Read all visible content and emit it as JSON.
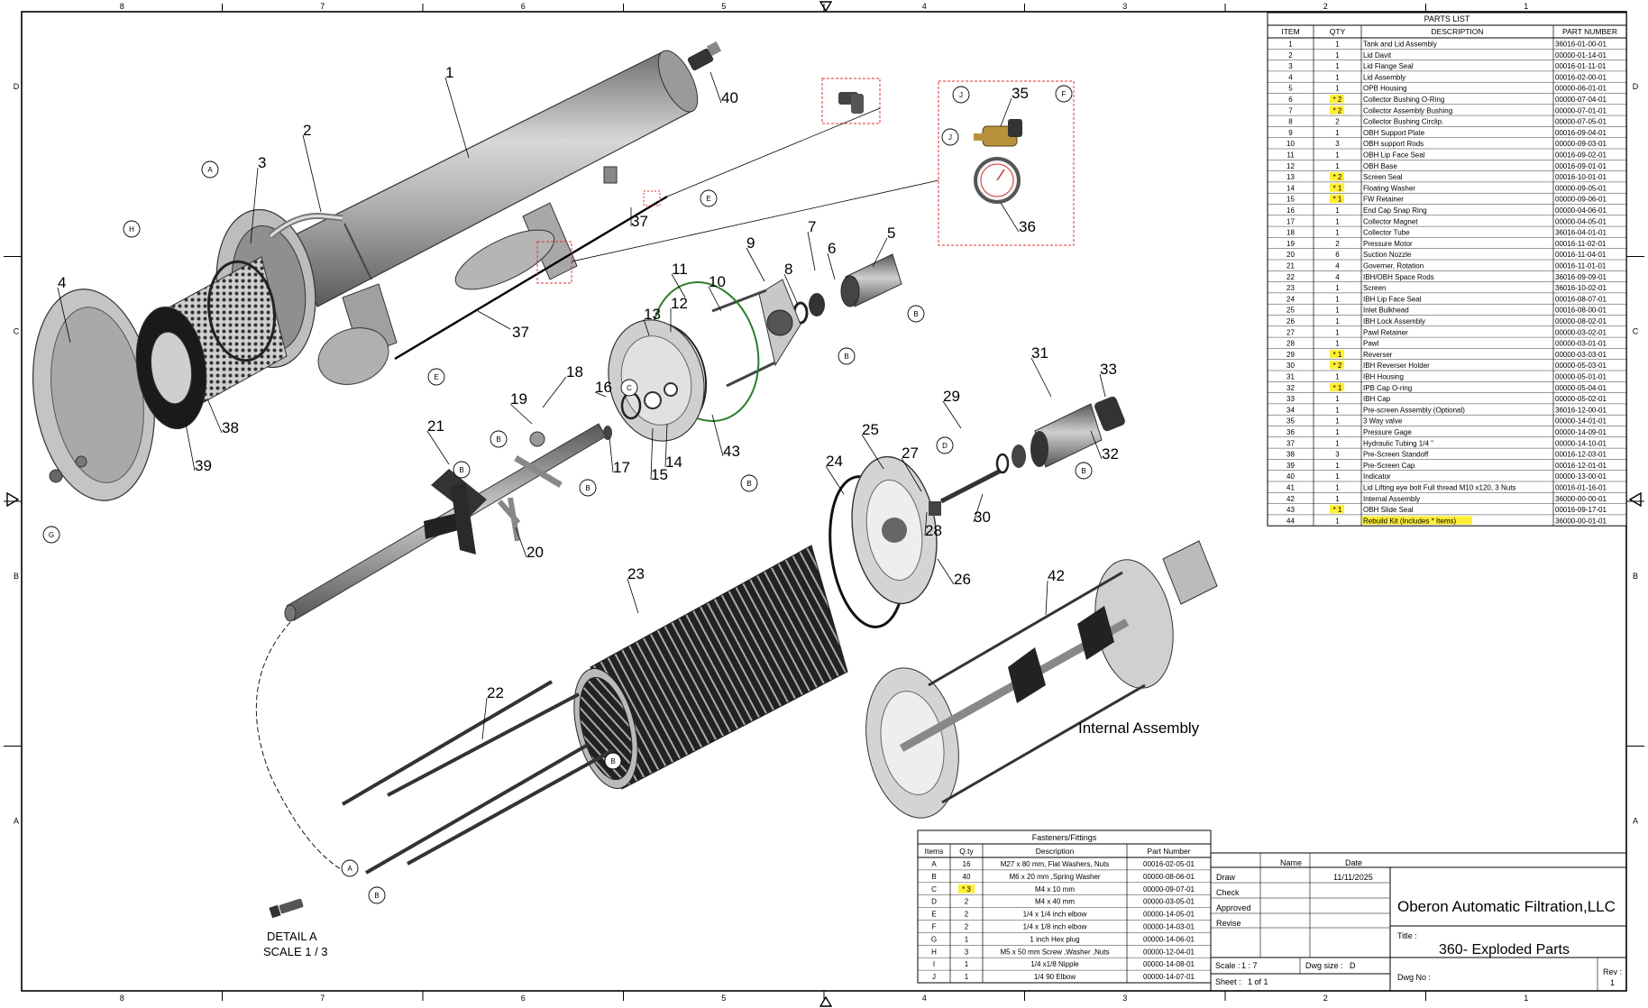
{
  "border": {
    "columns": [
      "8",
      "7",
      "6",
      "5",
      "4",
      "3",
      "2",
      "1"
    ],
    "rows": [
      "D",
      "C",
      "B",
      "A"
    ]
  },
  "parts_list": {
    "title": "PARTS LIST",
    "headers": [
      "ITEM",
      "QTY",
      "DESCRIPTION",
      "PART NUMBER"
    ],
    "rows": [
      {
        "item": "1",
        "qty": "1",
        "desc": "Tank and Lid Assembly",
        "pn": "36016-01-00-01",
        "hl_qty": false,
        "hl_desc": false
      },
      {
        "item": "2",
        "qty": "1",
        "desc": "Lid Davit",
        "pn": "00000-01-14-01",
        "hl_qty": false,
        "hl_desc": false
      },
      {
        "item": "3",
        "qty": "1",
        "desc": "Lid Flange Seal",
        "pn": "00016-01-11-01",
        "hl_qty": false,
        "hl_desc": false
      },
      {
        "item": "4",
        "qty": "1",
        "desc": "Lid Assembly",
        "pn": "00016-02-00-01",
        "hl_qty": false,
        "hl_desc": false
      },
      {
        "item": "5",
        "qty": "1",
        "desc": "OPB Housing",
        "pn": "00000-06-01-01",
        "hl_qty": false,
        "hl_desc": false
      },
      {
        "item": "6",
        "qty": "* 2",
        "desc": "Collector Bushing O-Ring",
        "pn": "00000-07-04-01",
        "hl_qty": true,
        "hl_desc": false
      },
      {
        "item": "7",
        "qty": "* 2",
        "desc": "Collector Assembly Bushing",
        "pn": "00000-07-01-01",
        "hl_qty": true,
        "hl_desc": false
      },
      {
        "item": "8",
        "qty": "2",
        "desc": "Collector Bushing Circlip.",
        "pn": "00000-07-05-01",
        "hl_qty": false,
        "hl_desc": false
      },
      {
        "item": "9",
        "qty": "1",
        "desc": "OBH Support Plate",
        "pn": "00016-09-04-01",
        "hl_qty": false,
        "hl_desc": false
      },
      {
        "item": "10",
        "qty": "3",
        "desc": "OBH support Rods",
        "pn": "00000-09-03-01",
        "hl_qty": false,
        "hl_desc": false
      },
      {
        "item": "11",
        "qty": "1",
        "desc": "OBH Lip Face Seal",
        "pn": "00016-09-02-01",
        "hl_qty": false,
        "hl_desc": false
      },
      {
        "item": "12",
        "qty": "1",
        "desc": "OBH Base",
        "pn": "00016-09-01-01",
        "hl_qty": false,
        "hl_desc": false
      },
      {
        "item": "13",
        "qty": "* 2",
        "desc": "Screen Seal",
        "pn": "00016-10-01-01",
        "hl_qty": true,
        "hl_desc": false
      },
      {
        "item": "14",
        "qty": "* 1",
        "desc": "Floating Washer",
        "pn": "00000-09-05-01",
        "hl_qty": true,
        "hl_desc": false
      },
      {
        "item": "15",
        "qty": "* 1",
        "desc": "FW Retainer",
        "pn": "00000-09-06-01",
        "hl_qty": true,
        "hl_desc": false
      },
      {
        "item": "16",
        "qty": "1",
        "desc": "End Cap Snap Ring",
        "pn": "00000-04-06-01",
        "hl_qty": false,
        "hl_desc": false
      },
      {
        "item": "17",
        "qty": "1",
        "desc": "Collector Magnet",
        "pn": "00000-04-05-01",
        "hl_qty": false,
        "hl_desc": false
      },
      {
        "item": "18",
        "qty": "1",
        "desc": "Collector Tube",
        "pn": "36016-04-01-01",
        "hl_qty": false,
        "hl_desc": false
      },
      {
        "item": "19",
        "qty": "2",
        "desc": "Pressure Motor",
        "pn": "00016-11-02-01",
        "hl_qty": false,
        "hl_desc": false
      },
      {
        "item": "20",
        "qty": "6",
        "desc": "Suction Nozzle",
        "pn": "00016-11-04-01",
        "hl_qty": false,
        "hl_desc": false
      },
      {
        "item": "21",
        "qty": "4",
        "desc": "Governer, Rotation",
        "pn": "00016-11-01-01",
        "hl_qty": false,
        "hl_desc": false
      },
      {
        "item": "22",
        "qty": "4",
        "desc": "IBH/OBH Space Rods",
        "pn": "36016-09-09-01",
        "hl_qty": false,
        "hl_desc": false
      },
      {
        "item": "23",
        "qty": "1",
        "desc": "Screen",
        "pn": "36016-10-02-01",
        "hl_qty": false,
        "hl_desc": false
      },
      {
        "item": "24",
        "qty": "1",
        "desc": "IBH Lip Face Seal",
        "pn": "00016-08-07-01",
        "hl_qty": false,
        "hl_desc": false
      },
      {
        "item": "25",
        "qty": "1",
        "desc": "Inlet Bulkhead",
        "pn": "00016-08-00-01",
        "hl_qty": false,
        "hl_desc": false
      },
      {
        "item": "26",
        "qty": "1",
        "desc": "IBH Lock Assembly",
        "pn": "00000-08-02-01",
        "hl_qty": false,
        "hl_desc": false
      },
      {
        "item": "27",
        "qty": "1",
        "desc": "Pawl Retainer",
        "pn": "00000-03-02-01",
        "hl_qty": false,
        "hl_desc": false
      },
      {
        "item": "28",
        "qty": "1",
        "desc": "Pawl",
        "pn": "00000-03-01-01",
        "hl_qty": false,
        "hl_desc": false
      },
      {
        "item": "29",
        "qty": "* 1",
        "desc": "Reverser",
        "pn": "00000-03-03-01",
        "hl_qty": true,
        "hl_desc": false
      },
      {
        "item": "30",
        "qty": "* 2",
        "desc": "IBH Reverser Holder",
        "pn": "00000-05-03-01",
        "hl_qty": true,
        "hl_desc": false
      },
      {
        "item": "31",
        "qty": "1",
        "desc": "IBH Housing",
        "pn": "00000-05-01-01",
        "hl_qty": false,
        "hl_desc": false
      },
      {
        "item": "32",
        "qty": "* 1",
        "desc": "IPB Cap O-ring",
        "pn": "00000-05-04-01",
        "hl_qty": true,
        "hl_desc": false
      },
      {
        "item": "33",
        "qty": "1",
        "desc": "IBH Cap",
        "pn": "00000-05-02-01",
        "hl_qty": false,
        "hl_desc": false
      },
      {
        "item": "34",
        "qty": "1",
        "desc": "Pre-screen Assembly (Optional)",
        "pn": "36016-12-00-01",
        "hl_qty": false,
        "hl_desc": false
      },
      {
        "item": "35",
        "qty": "1",
        "desc": "3 Way valve",
        "pn": "00000-14-01-01",
        "hl_qty": false,
        "hl_desc": false
      },
      {
        "item": "36",
        "qty": "1",
        "desc": "Pressure Gage",
        "pn": "00000-14-09-01",
        "hl_qty": false,
        "hl_desc": false
      },
      {
        "item": "37",
        "qty": "1",
        "desc": "Hydraulic Tubing 1/4 \"",
        "pn": "00000-14-10-01",
        "hl_qty": false,
        "hl_desc": false
      },
      {
        "item": "38",
        "qty": "3",
        "desc": "Pre-Screen Standoff",
        "pn": "00016-12-03-01",
        "hl_qty": false,
        "hl_desc": false
      },
      {
        "item": "39",
        "qty": "1",
        "desc": "Pre-Screen Cap",
        "pn": "00016-12-01-01",
        "hl_qty": false,
        "hl_desc": false
      },
      {
        "item": "40",
        "qty": "1",
        "desc": "Indicator",
        "pn": "00000-13-00-01",
        "hl_qty": false,
        "hl_desc": false
      },
      {
        "item": "41",
        "qty": "1",
        "desc": "Lid Lifting eye bolt Full thread M10 x120, 3 Nuts",
        "pn": "00016-01-16-01",
        "hl_qty": false,
        "hl_desc": false
      },
      {
        "item": "42",
        "qty": "1",
        "desc": "Internal Assembly",
        "pn": "36000-00-00-01",
        "hl_qty": false,
        "hl_desc": false
      },
      {
        "item": "43",
        "qty": "* 1",
        "desc": "OBH Slide Seal",
        "pn": "00016-09-17-01",
        "hl_qty": true,
        "hl_desc": false
      },
      {
        "item": "44",
        "qty": "1",
        "desc": "Rebuild Kit (Includes * Items)",
        "pn": "36000-00-01-01",
        "hl_qty": false,
        "hl_desc": true
      }
    ]
  },
  "fasteners": {
    "title": "Fasteners/Fittings",
    "headers": [
      "Items",
      "Q.ty",
      "Description",
      "Part Number"
    ],
    "rows": [
      {
        "item": "A",
        "qty": "16",
        "desc": "M27 x 80 mm, Flat Washers, Nuts",
        "pn": "00016-02-05-01",
        "hl": false
      },
      {
        "item": "B",
        "qty": "40",
        "desc": "M6 x 20 mm ,Spring Washer",
        "pn": "00000-08-06-01",
        "hl": false
      },
      {
        "item": "C",
        "qty": "* 3",
        "desc": "M4 x 10 mm",
        "pn": "00000-09-07-01",
        "hl": true
      },
      {
        "item": "D",
        "qty": "2",
        "desc": "M4 x 40 mm",
        "pn": "00000-03-05-01",
        "hl": false
      },
      {
        "item": "E",
        "qty": "2",
        "desc": "1/4 x 1/4 inch elbow",
        "pn": "00000-14-05-01",
        "hl": false
      },
      {
        "item": "F",
        "qty": "2",
        "desc": "1/4 x 1/8 inch elbow",
        "pn": "00000-14-03-01",
        "hl": false
      },
      {
        "item": "G",
        "qty": "1",
        "desc": "1 inch Hex plug",
        "pn": "00000-14-06-01",
        "hl": false
      },
      {
        "item": "H",
        "qty": "3",
        "desc": "M5 x 50 mm Screw ,Washer ,Nuts",
        "pn": "00000-12-04-01",
        "hl": false
      },
      {
        "item": "I",
        "qty": "1",
        "desc": "1/4 x1/8 Nipple",
        "pn": "00000-14-08-01",
        "hl": false
      },
      {
        "item": "J",
        "qty": "1",
        "desc": "1/4 90 Elbow",
        "pn": "00000-14-07-01",
        "hl": false
      }
    ]
  },
  "title_block": {
    "col_name": "Name",
    "col_date": "Date",
    "draw": "Draw",
    "draw_date": "11/11/2025",
    "check": "Check",
    "approved": "Approved",
    "revise": "Revise",
    "scale_label": "Scale :",
    "scale_value": "1 : 7",
    "dwg_size_label": "Dwg size :",
    "dwg_size_value": "D",
    "sheet_label": "Sheet :",
    "sheet_value": "1 of 1",
    "company": "Oberon Automatic Filtration,LLC",
    "title_label": "Title :",
    "title_value": "360- Exploded Parts",
    "dwg_no_label": "Dwg No :",
    "rev_label": "Rev :",
    "rev_value": "1"
  },
  "drawing": {
    "internal_assembly": "Internal Assembly",
    "detail_title": "DETAIL  A",
    "detail_scale": "SCALE 1 / 3",
    "balloons": [
      "1",
      "2",
      "3",
      "4",
      "5",
      "6",
      "7",
      "8",
      "9",
      "10",
      "11",
      "12",
      "13",
      "14",
      "15",
      "16",
      "17",
      "18",
      "19",
      "20",
      "21",
      "22",
      "23",
      "24",
      "25",
      "26",
      "27",
      "28",
      "29",
      "30",
      "31",
      "32",
      "33",
      "35",
      "36",
      "37",
      "38",
      "39",
      "40",
      "42",
      "43"
    ],
    "callouts": [
      "A",
      "B",
      "C",
      "D",
      "E",
      "F",
      "G",
      "H",
      "J"
    ]
  },
  "colors": {
    "highlight": "#ffee33",
    "detail_frame": "#e03030",
    "steel": "#9a9a9a"
  }
}
